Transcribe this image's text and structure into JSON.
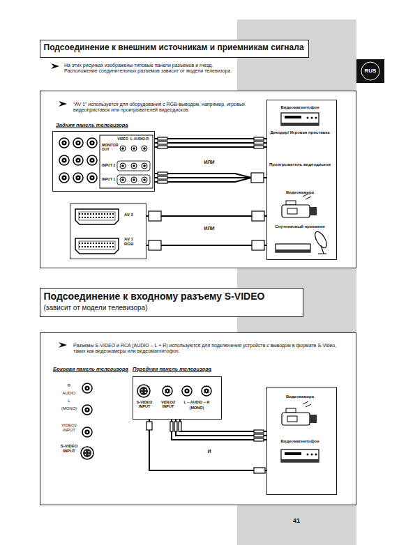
{
  "diagram": {
    "nodes": [
      {
        "text": [
          "Подсоединение к внешним источникам и приемникам сигнала"
        ]
      },
      {
        "text": [
          "“AV 1” используется для оборудования с RGB-выводом, например, игровых видеоприставок или проигрывателей видеодисков."
        ]
      },
      {
        "text": [
          "Задняя панель телевизора"
        ],
        "in": 1
      },
      {
        "text": [
          "AV 2",
          "AV 1 RGB"
        ],
        "in": 1
      },
      {
        "text": [
          "Видеомагнитофон",
          "Декодер/ Игровая приставка",
          "Проигрыватель видеодисков",
          "Видеокамера",
          "Спутниковый приемник"
        ],
        "in": 1
      },
      {
        "text": [
          "Подсоединение к входному разъему S-VIDEO",
          "(зависит от модели телевизора)"
        ]
      },
      {
        "text": [
          "Разъемы S-VIDEO и RCA (AUDIO – L + R) используются для подключения устройств с выводом в формате S-Video, таких как видеокамеры или видеомагнитофон."
        ]
      },
      {
        "text": [
          "Боковая панель телевизора"
        ],
        "in": 6
      },
      {
        "text": [
          "Передняя панель телевизора"
        ],
        "in": 6
      },
      {
        "text": [
          "Видеокамера",
          "Видеомагнитофон"
        ],
        "in": 6
      }
    ],
    "edges": [
      {
        "from": 2,
        "to": 4,
        "arrow": "none"
      },
      {
        "from": 2,
        "to": 4,
        "arrow": "none"
      },
      {
        "from": 3,
        "to": 4,
        "arrow": "none"
      },
      {
        "from": 3,
        "to": 4,
        "arrow": "none"
      },
      {
        "from": 8,
        "to": 9,
        "arrow": "none"
      },
      {
        "from": 8,
        "to": 9,
        "arrow": "none"
      }
    ],
    "labels": [
      "На этих рисунках изображены типовые панели разъемов и гнезд. Расположение соединительных разъемов зависит от модели телевизора.",
      "RUS",
      "ИЛИ",
      "ИЛИ",
      "MONITOR OUT",
      "VIDEO",
      "L-AUDIO-R",
      "INPUT 2",
      "INPUT 1",
      "R",
      "AUDIO",
      "L",
      "(MONO)",
      "VIDEO2 INPUT",
      "S-VIDEO INPUT",
      "S-VIDEO INPUT",
      "VIDEO2 INPUT",
      "L – AUDIO – R",
      "(MONO)",
      "И",
      "41"
    ]
  }
}
